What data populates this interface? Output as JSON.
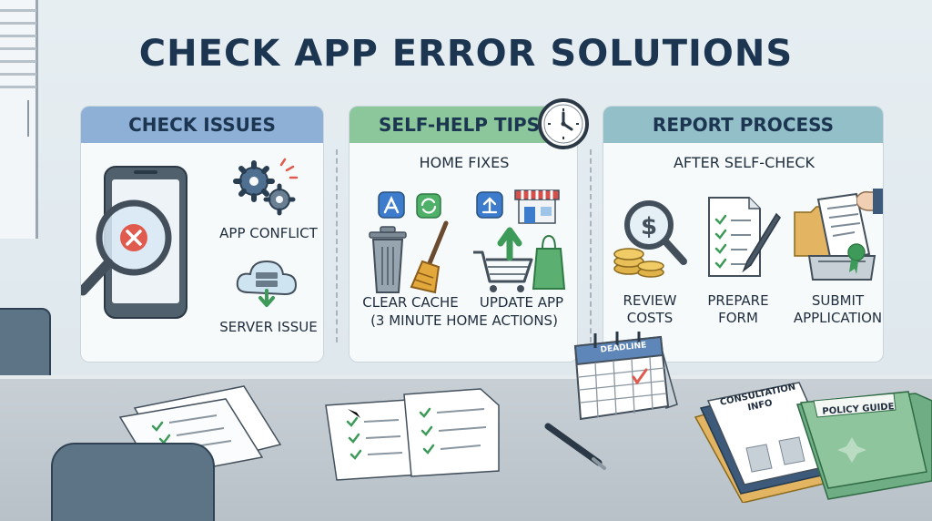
{
  "title": "CHECK APP ERROR SOLUTIONS",
  "panels": {
    "check_issues": {
      "header": "CHECK ISSUES",
      "items": {
        "app_conflict": "APP CONFLICT",
        "server_issue": "SERVER ISSUE"
      }
    },
    "self_help": {
      "header": "SELF-HELP TIPS",
      "subheader": "HOME FIXES",
      "items": {
        "clear_cache": "CLEAR CACHE",
        "update_app": "UPDATE APP"
      },
      "note": "(3 MINUTE HOME ACTIONS)"
    },
    "report": {
      "header": "REPORT PROCESS",
      "subheader": "AFTER SELF-CHECK",
      "items": {
        "review_1": "REVIEW",
        "review_2": "COSTS",
        "prepare_1": "PREPARE",
        "prepare_2": "FORM",
        "submit_1": "SUBMIT",
        "submit_2": "APPLICATION"
      }
    }
  },
  "desk": {
    "calendar_label": "DEADLINE",
    "folder_consultation_1": "CONSULTATION",
    "folder_consultation_2": "INFO",
    "folder_policy": "POLICY GUIDE"
  },
  "colors": {
    "panel1_header": "#8fb0d6",
    "panel2_header": "#8bc79a",
    "panel3_header": "#93bfc9",
    "title": "#1c3550"
  }
}
